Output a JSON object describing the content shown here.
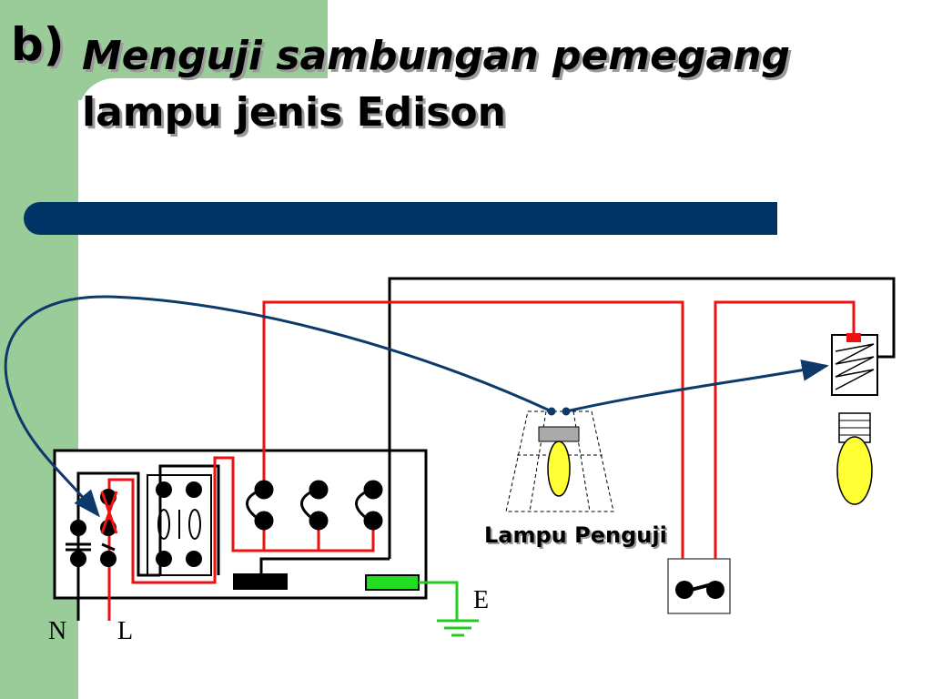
{
  "slide": {
    "title_prefix": "b)",
    "title_line1": "Menguji sambungan pemegang",
    "title_line2": "lampu jenis Edison",
    "accent_bar_color": "#003366",
    "sidebar_color": "#99cc99"
  },
  "diagram": {
    "label_neutral": "N",
    "label_live": "L",
    "label_earth": "E",
    "label_test_lamp": "Lampu Penguji",
    "wire_colors": {
      "live": "#ee1111",
      "neutral": "#000000",
      "earth": "#22cc22",
      "test_lead": "#0d3a6a"
    },
    "lamp_color": "#ffff33"
  }
}
